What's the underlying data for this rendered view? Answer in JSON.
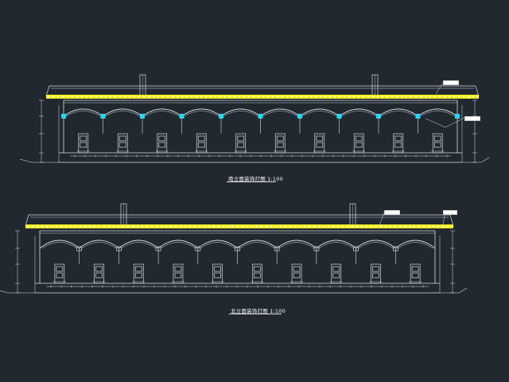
{
  "drawing": {
    "background": "#212830",
    "line_color": "#d8dce0",
    "highlight_yellow": "#f7ee1a",
    "highlight_cyan": "#27d8f0"
  },
  "elevations": [
    {
      "title": "南立面装饰灯图 1:100",
      "bays": 10
    },
    {
      "title": "北立面装饰灯图 1:100",
      "bays": 10
    }
  ]
}
